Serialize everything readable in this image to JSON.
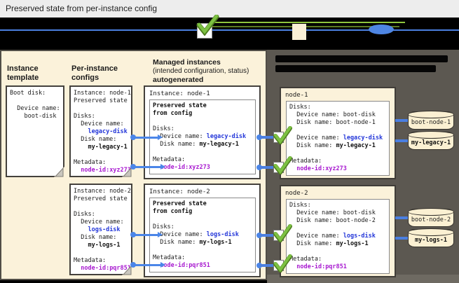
{
  "title": "Preserved state from per-instance config",
  "colors": {
    "cream": "#fbf2da",
    "dark_panel": "#5c5851",
    "connector_blue": "#4b86e8",
    "device_name_blue": "#2336d9",
    "metadata_magenta": "#a81ad0",
    "check_green": "#7cc142"
  },
  "legend": {
    "icons": [
      "checkbox-check-icon",
      "cream-square-icon",
      "blue-oval-icon"
    ],
    "note": ""
  },
  "headers": {
    "col1": "Instance\ntemplate",
    "col2": "Per-instance\nconfigs",
    "col3_bold1": "Managed instances",
    "col3_normal": "(intended configuration, status)",
    "col3_bold2": "autogenerated"
  },
  "template_card": {
    "lines": [
      [
        {
          "t": "Boot disk:"
        }
      ],
      [],
      [
        {
          "t": "  Device name:"
        }
      ],
      [
        {
          "t": "    boot-disk"
        }
      ]
    ]
  },
  "per_instance_cards": [
    {
      "lines": [
        [
          {
            "t": "Instance: node-1"
          }
        ],
        [
          {
            "t": "Preserved state"
          }
        ],
        [],
        [
          {
            "t": "Disks:"
          }
        ],
        [
          {
            "t": "  Device name:"
          }
        ],
        [
          {
            "t": "    "
          },
          {
            "t": "legacy-disk",
            "s": "blue"
          }
        ],
        [
          {
            "t": "  Disk name:"
          }
        ],
        [
          {
            "t": "    "
          },
          {
            "t": "my-legacy-1",
            "s": "bold"
          }
        ],
        [],
        [
          {
            "t": "Metadata:"
          }
        ],
        [
          {
            "t": "  "
          },
          {
            "t": "node-id:xyz273",
            "s": "magenta"
          }
        ]
      ]
    },
    {
      "lines": [
        [
          {
            "t": "Instance: node-2"
          }
        ],
        [
          {
            "t": "Preserved state"
          }
        ],
        [],
        [
          {
            "t": "Disks:"
          }
        ],
        [
          {
            "t": "  Device name:"
          }
        ],
        [
          {
            "t": "    "
          },
          {
            "t": "logs-disk",
            "s": "blue"
          }
        ],
        [
          {
            "t": "  Disk name:"
          }
        ],
        [
          {
            "t": "    "
          },
          {
            "t": "my-logs-1",
            "s": "bold"
          }
        ],
        [],
        [
          {
            "t": "Metadata:"
          }
        ],
        [
          {
            "t": "  "
          },
          {
            "t": "node-id:pqr851",
            "s": "magenta"
          }
        ]
      ]
    }
  ],
  "managed_cards": [
    {
      "title": "Instance: node-1",
      "lines": [
        [
          {
            "t": "Preserved state",
            "s": "bold"
          }
        ],
        [
          {
            "t": "from config",
            "s": "bold"
          }
        ],
        [],
        [
          {
            "t": "Disks:"
          }
        ],
        [
          {
            "t": "  Device name: "
          },
          {
            "t": "legacy-disk",
            "s": "blue"
          }
        ],
        [
          {
            "t": "  Disk name: "
          },
          {
            "t": "my-legacy-1",
            "s": "bold"
          }
        ],
        [],
        [
          {
            "t": "Metadata:"
          }
        ],
        [
          {
            "t": "  "
          },
          {
            "t": "node-id:xyz273",
            "s": "magenta"
          }
        ]
      ]
    },
    {
      "title": "Instance: node-2",
      "lines": [
        [
          {
            "t": "Preserved state",
            "s": "bold"
          }
        ],
        [
          {
            "t": "from config",
            "s": "bold"
          }
        ],
        [],
        [
          {
            "t": "Disks:"
          }
        ],
        [
          {
            "t": "  Device name: "
          },
          {
            "t": "logs-disk",
            "s": "blue"
          }
        ],
        [
          {
            "t": "  Disk name: "
          },
          {
            "t": "my-logs-1",
            "s": "bold"
          }
        ],
        [],
        [
          {
            "t": "Metadata:"
          }
        ],
        [
          {
            "t": "  "
          },
          {
            "t": "node-id:pqr851",
            "s": "magenta"
          }
        ]
      ]
    }
  ],
  "vm_cards": [
    {
      "title": "node-1",
      "lines": [
        [
          {
            "t": "Disks:"
          }
        ],
        [
          {
            "t": "  Device name: boot-disk"
          }
        ],
        [
          {
            "t": "  Disk name: boot-node-1"
          }
        ],
        [],
        [
          {
            "t": "  Device name: "
          },
          {
            "t": "legacy-disk",
            "s": "blue"
          }
        ],
        [
          {
            "t": "  Disk name: "
          },
          {
            "t": "my-legacy-1",
            "s": "bold"
          }
        ],
        [],
        [
          {
            "t": "Metadata:"
          }
        ],
        [
          {
            "t": "  "
          },
          {
            "t": "node-id:xyz273",
            "s": "magenta"
          }
        ]
      ]
    },
    {
      "title": "node-2",
      "lines": [
        [
          {
            "t": "Disks:"
          }
        ],
        [
          {
            "t": "  Device name: boot-disk"
          }
        ],
        [
          {
            "t": "  Disk name: boot-node-2"
          }
        ],
        [],
        [
          {
            "t": "  Device name: "
          },
          {
            "t": "logs-disk",
            "s": "blue"
          }
        ],
        [
          {
            "t": "  Disk name: "
          },
          {
            "t": "my-logs-1",
            "s": "bold"
          }
        ],
        [],
        [
          {
            "t": "Metadata:"
          }
        ],
        [
          {
            "t": "  "
          },
          {
            "t": "node-id:pqr851",
            "s": "magenta"
          }
        ]
      ]
    }
  ],
  "disks": [
    {
      "lines": [
        [
          {
            "t": "boot-node-1"
          }
        ]
      ]
    },
    {
      "lines": [
        [
          {
            "t": "my-legacy-1",
            "s": "bold"
          }
        ]
      ]
    },
    {
      "lines": [
        [
          {
            "t": "boot-node-2"
          }
        ]
      ]
    },
    {
      "lines": [
        [
          {
            "t": "my-logs-1",
            "s": "bold"
          }
        ]
      ]
    }
  ]
}
